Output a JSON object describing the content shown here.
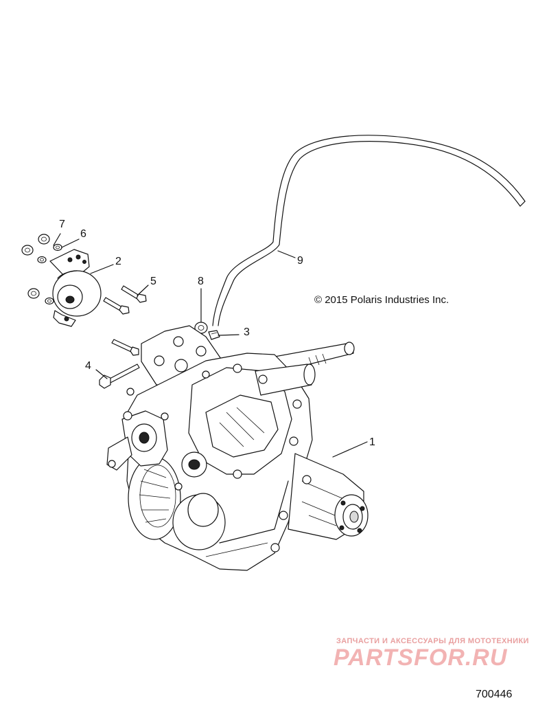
{
  "copyright": "© 2015 Polaris Industries Inc.",
  "diagram_id": "700446",
  "watermark": {
    "tagline": "ЗАПЧАСТИ И АКСЕССУАРЫ ДЛЯ МОТОТЕХНИКИ",
    "brand": "PARTSFOR.RU"
  },
  "callouts": [
    "1",
    "2",
    "3",
    "4",
    "5",
    "6",
    "7",
    "8",
    "9"
  ]
}
